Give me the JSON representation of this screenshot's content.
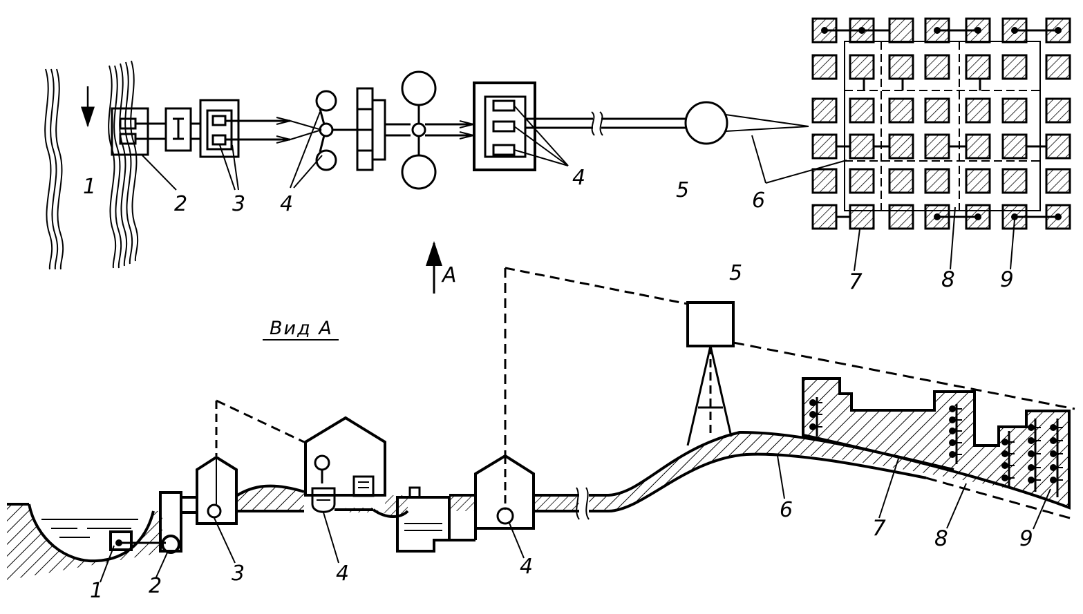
{
  "plan_labels": {
    "river": "1",
    "intake": "2",
    "pumping": "3",
    "treatment_a": "4",
    "treatment_b": "4",
    "tower": "5",
    "main": "6",
    "net_7": "7",
    "net_8": "8",
    "net_9": "9",
    "arrow_a": "А"
  },
  "view_title": "Вид А",
  "profile_labels": {
    "intake": "1",
    "pumping": "2",
    "station": "3",
    "treat_a": "4",
    "treat_b": "4",
    "tower": "5",
    "main": "6",
    "net_7": "7",
    "net_8": "8",
    "net_9": "9"
  },
  "colors": {
    "ink": "#000000",
    "paper": "#ffffff"
  }
}
